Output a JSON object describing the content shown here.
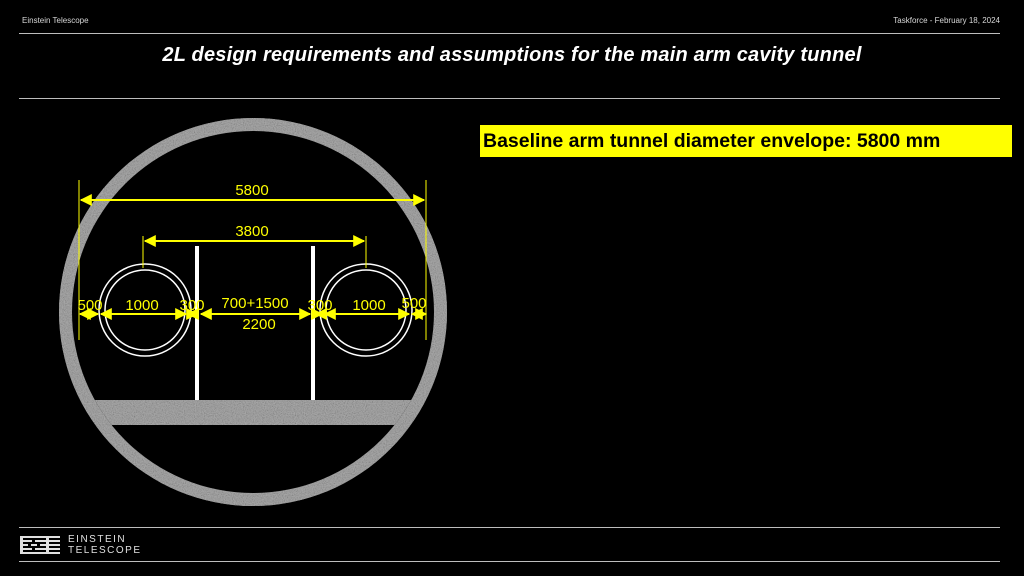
{
  "header": {
    "left_text": "Einstein Telescope",
    "right_text": "Taskforce - February 18, 2024"
  },
  "slide": {
    "title": "2L design requirements and assumptions for the main arm cavity tunnel",
    "callout": "Baseline arm tunnel diameter envelope: 5800 mm"
  },
  "diagram": {
    "dim_total": "5800",
    "dim_inner": "3800",
    "dim_left_margin": "500",
    "dim_left_pipe": "1000",
    "dim_left_gap": "300",
    "dim_center_top": "700+1500",
    "dim_center_bottom": "2200",
    "dim_right_gap": "300",
    "dim_right_pipe": "1000",
    "dim_right_margin": "500",
    "colors": {
      "dimension": "#ffff00",
      "concrete": "#a7a7a7",
      "background": "#000000"
    }
  },
  "footer": {
    "logo_line1": "EINSTEIN",
    "logo_line2": "TELESCOPE",
    "logo_icon": "einstein-telescope-logo-icon"
  }
}
